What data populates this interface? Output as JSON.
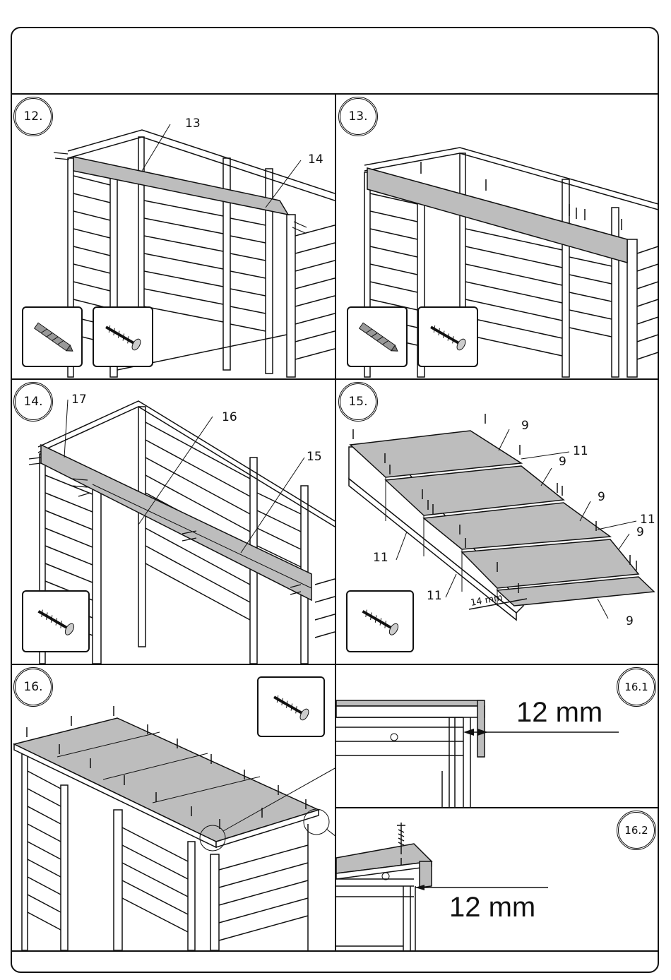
{
  "steps": {
    "s12": {
      "number": "12.",
      "labels": [
        "13",
        "14"
      ]
    },
    "s13": {
      "number": "13."
    },
    "s14": {
      "number": "14.",
      "labels": [
        "17",
        "16",
        "15"
      ]
    },
    "s15": {
      "number": "15.",
      "labels": [
        "9",
        "11",
        "9",
        "9",
        "11",
        "9",
        "11",
        "11",
        "9"
      ],
      "note": "14 mm"
    },
    "s16": {
      "number": "16."
    },
    "s16_1": {
      "number": "16.1",
      "measurement": "12 mm"
    },
    "s16_2": {
      "number": "16.2",
      "measurement": "12 mm"
    }
  },
  "icons": [
    "drill-bit-icon",
    "screw-icon"
  ],
  "colors": {
    "line": "#111111",
    "panel_fill": "#bdbdbd",
    "paper": "#ffffff"
  }
}
